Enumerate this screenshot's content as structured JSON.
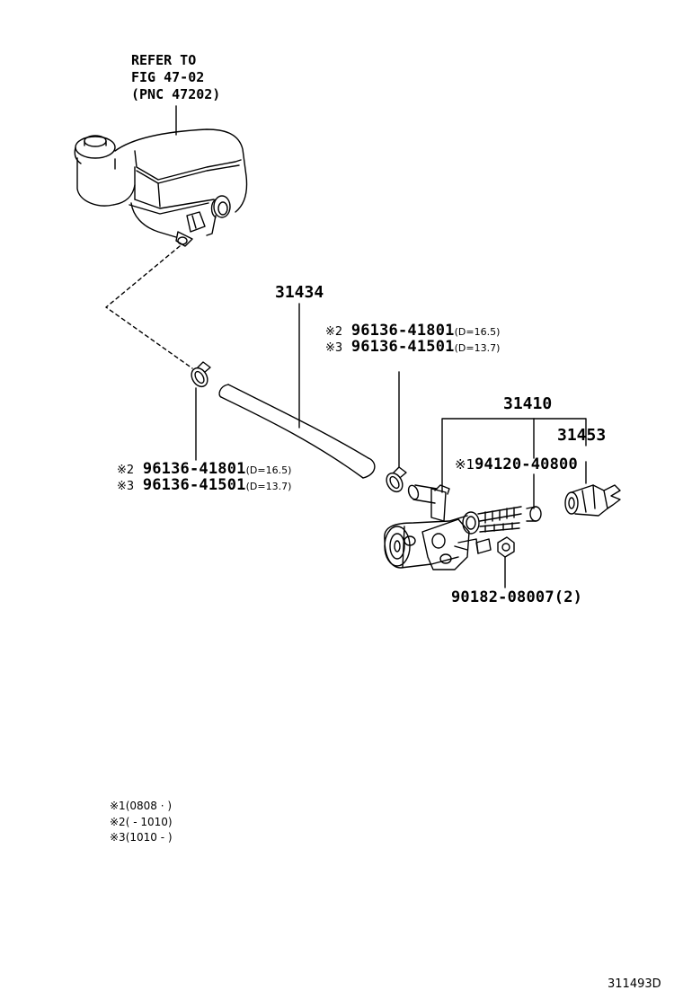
{
  "reference": {
    "line1": "REFER TO",
    "line2": "FIG 47-02",
    "line3": "(PNC 47202)"
  },
  "parts": {
    "hose": "31434",
    "clamp_upper": {
      "m2": {
        "mark": "※2",
        "number": "96136-41801",
        "dim": "(D=16.5)"
      },
      "m3": {
        "mark": "※3",
        "number": "96136-41501",
        "dim": "(D=13.7)"
      }
    },
    "clamp_lower": {
      "m2": {
        "mark": "※2",
        "number": "96136-41801",
        "dim": "(D=16.5)"
      },
      "m3": {
        "mark": "※3",
        "number": "96136-41501",
        "dim": "(D=13.7)"
      }
    },
    "cylinder": "31410",
    "boot": "31453",
    "bolt": {
      "mark": "※1",
      "number": "94120-40800"
    },
    "nut": "90182-08007(2)"
  },
  "notes": [
    {
      "mark": "※1",
      "range": "(0808 ·        )"
    },
    {
      "mark": "※2",
      "range": "(        - 1010)"
    },
    {
      "mark": "※3",
      "range": "(1010 -        )"
    }
  ],
  "illustration_code": "311493D"
}
